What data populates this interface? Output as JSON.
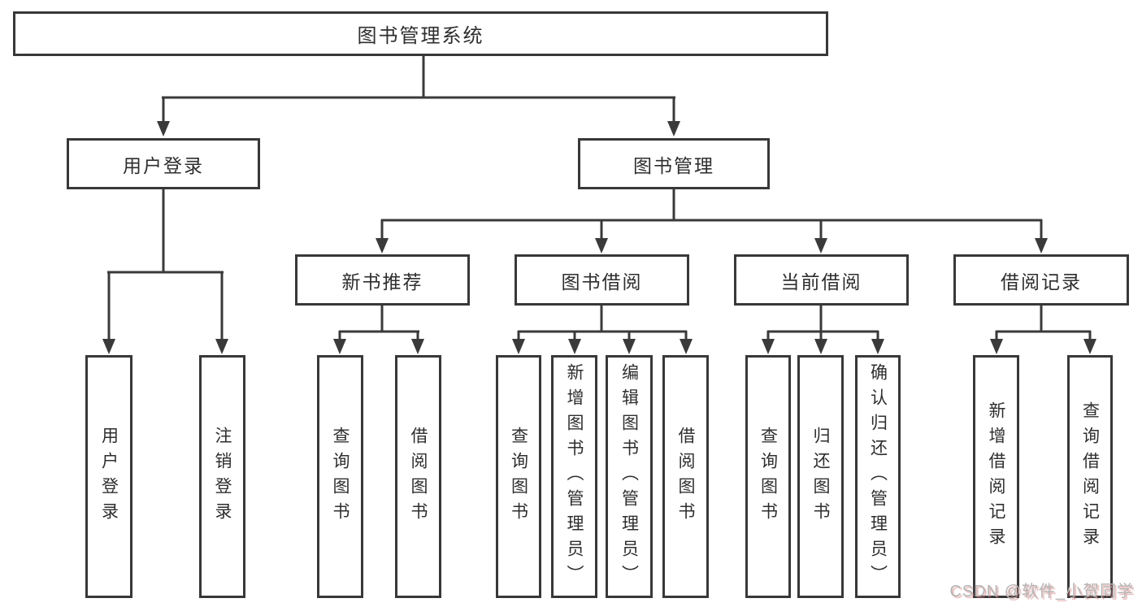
{
  "diagram": {
    "root": {
      "label": "图书管理系统"
    },
    "level2": [
      {
        "label": "用户登录"
      },
      {
        "label": "图书管理"
      }
    ],
    "level3": [
      {
        "label": "新书推荐"
      },
      {
        "label": "图书借阅"
      },
      {
        "label": "当前借阅"
      },
      {
        "label": "借阅记录"
      }
    ],
    "leaves": [
      {
        "label": "用户登录"
      },
      {
        "label": "注销登录"
      },
      {
        "label": "查询图书"
      },
      {
        "label": "借阅图书"
      },
      {
        "label": "查询图书"
      },
      {
        "label": "新增图书（管理员）"
      },
      {
        "label": "编辑图书（管理员）"
      },
      {
        "label": "借阅图书"
      },
      {
        "label": "查询图书"
      },
      {
        "label": "归还图书"
      },
      {
        "label": "确认归还（管理员）"
      },
      {
        "label": "新增借阅记录"
      },
      {
        "label": "查询借阅记录"
      }
    ],
    "watermark": "CSDN @软件_小贺同学",
    "colors": {
      "line": "#3a3a3a",
      "box_border": "#383838",
      "text": "#2e2e2e",
      "background": "#ffffff",
      "watermark_text": "#b5b5b5",
      "watermark_shadow": "#d67878"
    }
  }
}
